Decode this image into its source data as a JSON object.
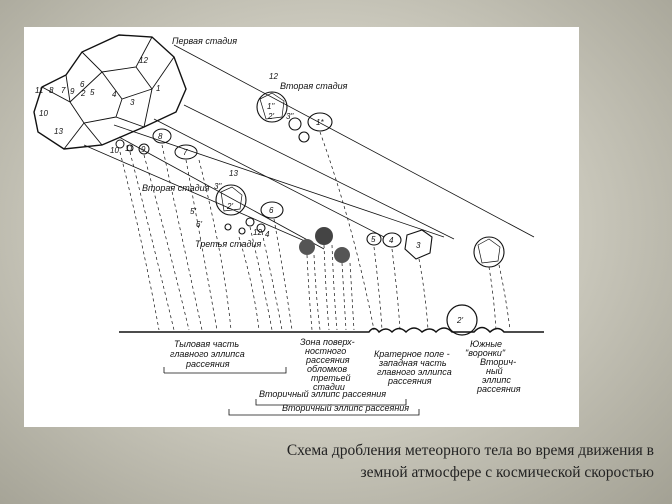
{
  "diagram": {
    "stage_labels": {
      "first": "Первая стадия",
      "second_upper": "Вторая стадия",
      "second_lower": "Вторая стадия",
      "third": "Третья стадия"
    },
    "fragment_numbers": {
      "n12_main": "12",
      "n1_main": "1",
      "n13": "13",
      "n10": "10",
      "n11": "11",
      "n8": "8",
      "n7": "7",
      "n9": "9",
      "n5": "5",
      "n4": "4",
      "n3": "3",
      "n2": "2",
      "n6": "6",
      "s2_12": "12",
      "s2_1p": "1\"",
      "s2_1s": "1*",
      "s2_2p": "2'",
      "s2_3p": "3\"",
      "r10": "10",
      "r11": "11",
      "r9": "9",
      "r8": "8",
      "r7": "7",
      "s3_13": "13",
      "s3_3p": "3\"",
      "s3_2p": "2'",
      "s3_5p": "5'",
      "s3_6p": "6'",
      "s3_12": "12",
      "s3_6": "6",
      "s3_4": "4",
      "b5": "5",
      "b4": "4",
      "b3": "3",
      "g2": "2'"
    },
    "zone_labels": {
      "tail": [
        "Тыловая часть",
        "главного эллипса",
        "рассеяния"
      ],
      "scatter": [
        "Зона поверх-",
        "ностного",
        "рассеяния",
        "обломков",
        "третьей",
        "стадии"
      ],
      "crater": [
        "Кратерное поле -",
        "западная часть",
        "главного эллипса",
        "рассеяния"
      ],
      "south": [
        "Южные",
        "\"воронки\"",
        "Вторич-",
        "ный",
        "эллипс",
        "рассеяния"
      ],
      "secondary_1": "Вторичный эллипс рассеяния",
      "secondary_2": "Вторичный эллипс рассеяния"
    }
  },
  "caption": {
    "line1": "Схема дробления метеорного тела во время движения в",
    "line2": "земной атмосфере с космической скоростью"
  }
}
